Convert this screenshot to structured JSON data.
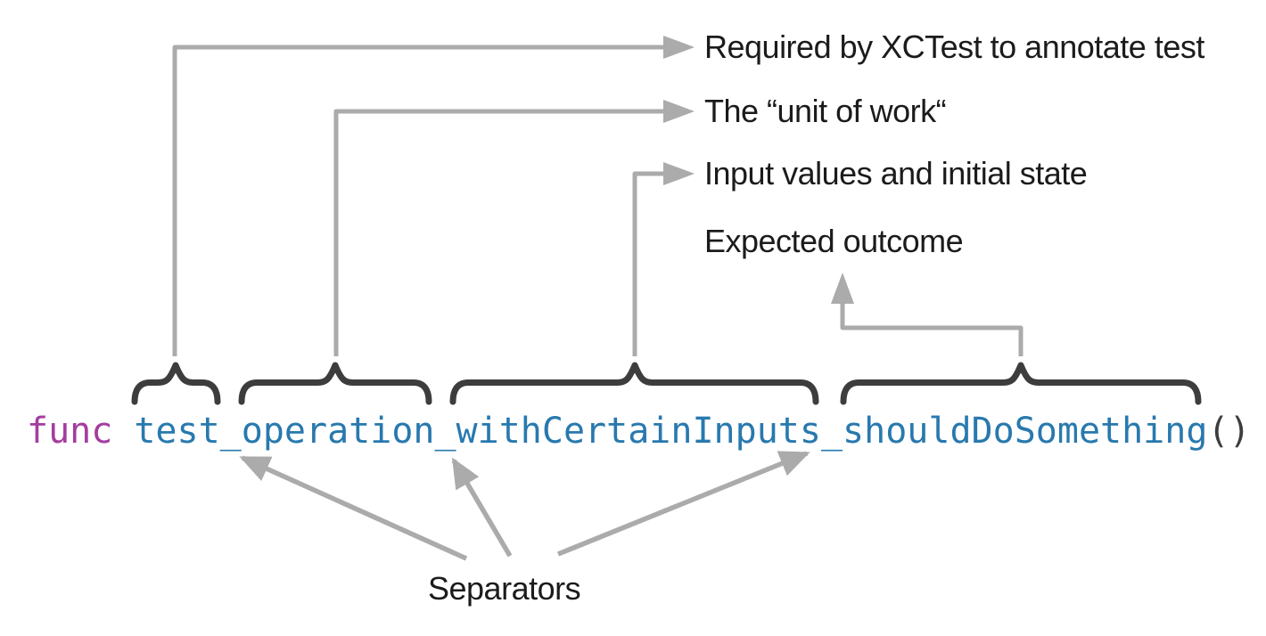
{
  "code": {
    "keyword": "func",
    "function_name": "test_operation_withCertainInputs_shouldDoSomething",
    "parens": "()"
  },
  "annotations": {
    "required": "Required by XCTest to annotate test",
    "unit_of_work": "The “unit of work“",
    "input_values": "Input values and initial state",
    "expected_outcome": "Expected outcome",
    "separators": "Separators"
  },
  "colors": {
    "keyword": "#a43d9f",
    "function_name": "#2879ae",
    "punctuation": "#3d3d3d",
    "brace": "#3d3d3d",
    "connector_arrow": "#ababab",
    "label_text": "#1b1b1b",
    "background": "#ffffff"
  }
}
